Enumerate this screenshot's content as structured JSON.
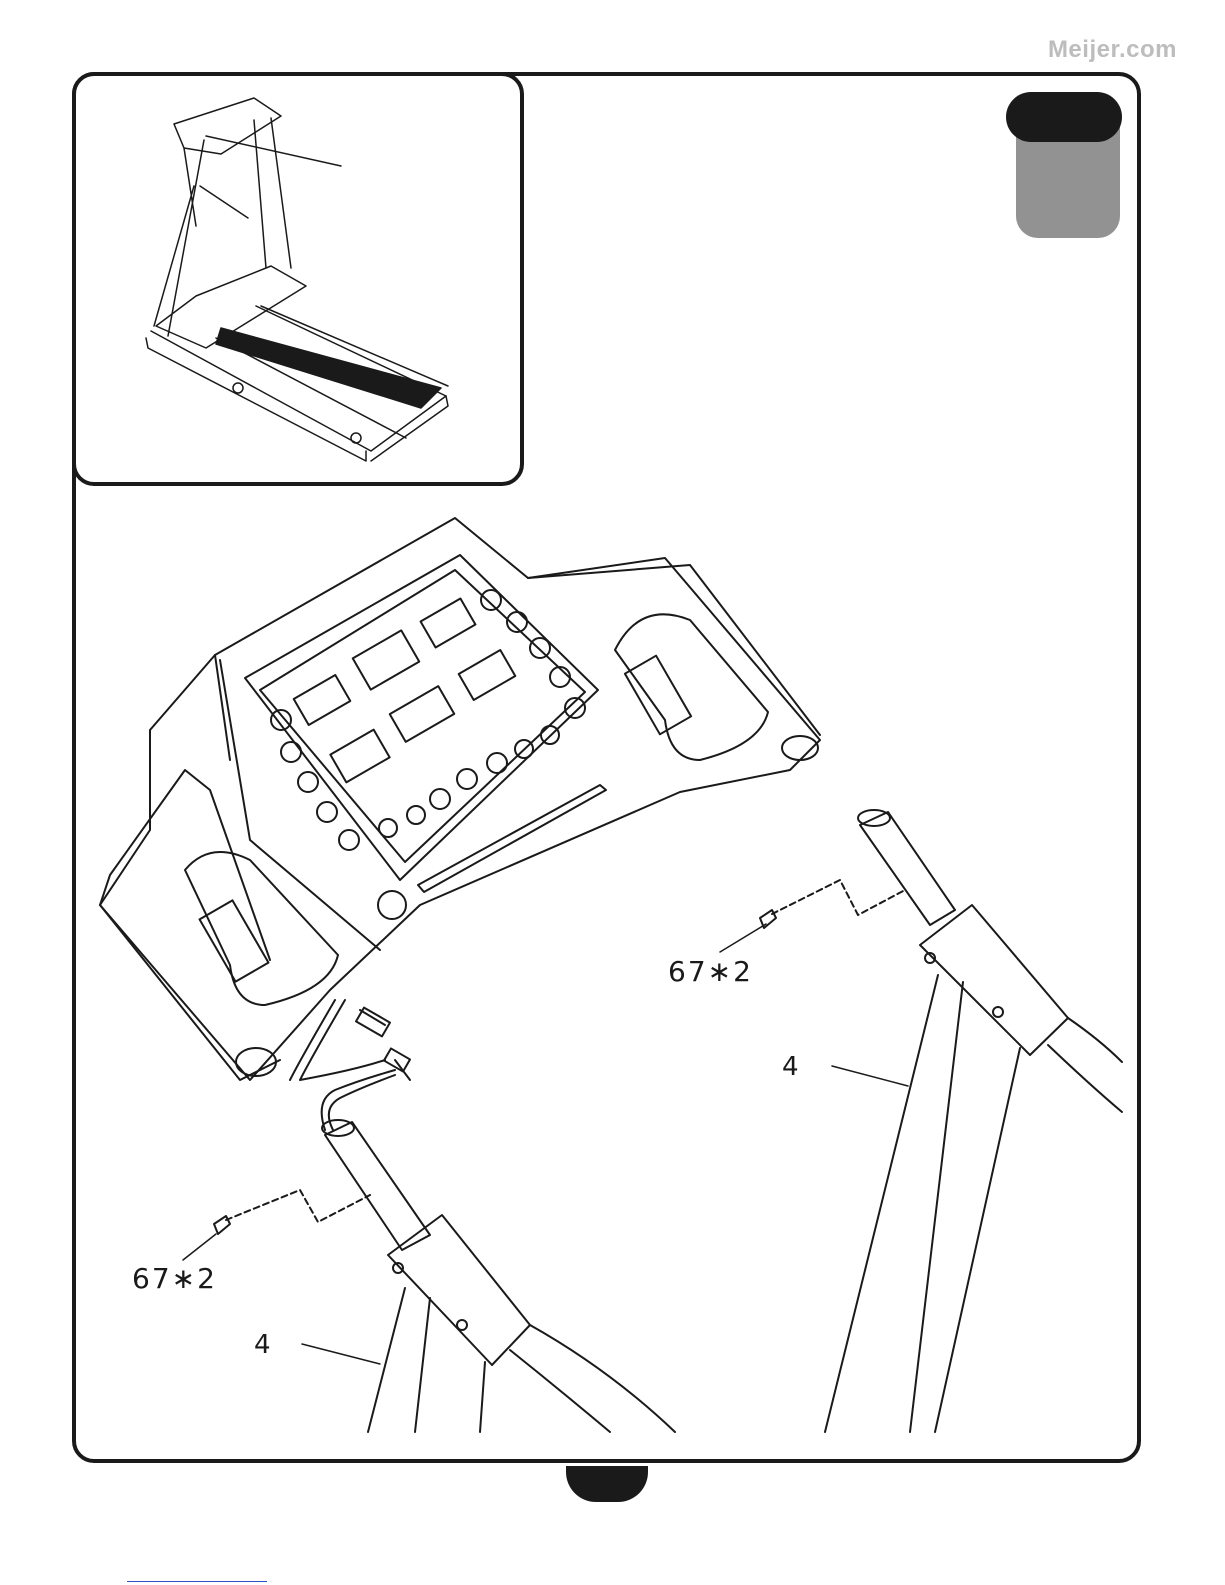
{
  "watermark": "Meijer.com",
  "callouts": {
    "upper_screw": "67∗2",
    "lower_screw": "67∗2",
    "right_upright": "4",
    "left_upright": "4"
  },
  "colors": {
    "line": "#1a1a1a",
    "tab_dark": "#1a1a1a",
    "tab_gray": "#929292",
    "watermark": "#bdbdbd"
  }
}
